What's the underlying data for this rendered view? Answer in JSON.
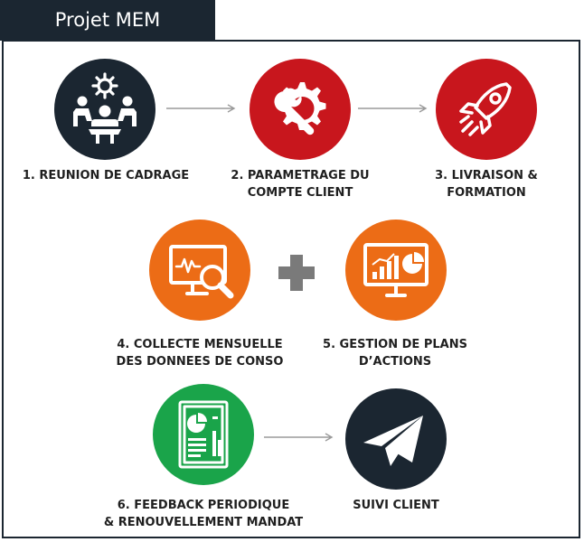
{
  "header": {
    "title": "Projet MEM"
  },
  "colors": {
    "navy": "#1b2631",
    "red": "#c8161d",
    "orange": "#ec6c16",
    "green": "#1aa44a",
    "plus": "#7a7a7a",
    "arrow": "#9a9a9a"
  },
  "steps": [
    {
      "icon": "meeting-gear-icon",
      "lines": [
        "1. REUNION DE CADRAGE"
      ]
    },
    {
      "icon": "gear-wrench-icon",
      "lines": [
        "2. PARAMETRAGE DU",
        "COMPTE CLIENT"
      ]
    },
    {
      "icon": "rocket-icon",
      "lines": [
        "3. LIVRAISON &",
        "FORMATION"
      ]
    },
    {
      "icon": "monitor-magnifier-icon",
      "lines": [
        "4. COLLECTE MENSUELLE",
        "DES DONNEES DE CONSO"
      ]
    },
    {
      "icon": "monitor-chart-icon",
      "lines": [
        "5. GESTION DE PLANS",
        "D’ACTIONS"
      ]
    },
    {
      "icon": "report-document-icon",
      "lines": [
        "6. FEEDBACK PERIODIQUE",
        "& RENOUVELLEMENT MANDAT"
      ]
    },
    {
      "icon": "paper-plane-icon",
      "lines": [
        "SUIVI CLIENT"
      ]
    }
  ]
}
